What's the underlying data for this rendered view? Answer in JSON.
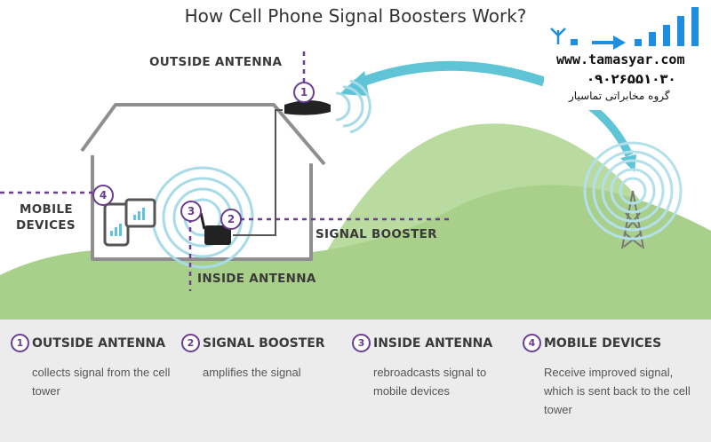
{
  "title": "How Cell Phone Signal Boosters Work?",
  "labels": {
    "outside_antenna": "OUTSIDE  ANTENNA",
    "mobile_devices_1": "MOBILE",
    "mobile_devices_2": "DEVICES",
    "signal_booster": "SIGNAL BOOSTER",
    "inside_antenna": "INSIDE ANTENNA"
  },
  "markers": [
    "1",
    "2",
    "3",
    "4"
  ],
  "brand": {
    "website": "www.tamasyar.com",
    "phone": "۰۹۰۲۶۵۵۱۰۳۰",
    "name_fa": "گروه مخابراتی تماسیار",
    "icon": "tower-arrow-signal-bars-icon"
  },
  "legend": [
    {
      "num": "1",
      "title": "OUTSIDE ANTENNA",
      "desc": "collects signal from the cell tower"
    },
    {
      "num": "2",
      "title": "SIGNAL BOOSTER",
      "desc": "amplifies the signal"
    },
    {
      "num": "3",
      "title": "INSIDE ANTENNA",
      "desc": "rebroadcasts signal to mobile devices"
    },
    {
      "num": "4",
      "title": "MOBILE DEVICES",
      "desc": "Receive improved signal, which is sent back to the cell tower"
    }
  ],
  "colors": {
    "accent": "#6a3d8f",
    "hill_green": "#a8d08a",
    "arrow_teal": "#5ec4d6",
    "house_grey": "#8f8f8f",
    "brand_blue": "#1e8fe0"
  }
}
